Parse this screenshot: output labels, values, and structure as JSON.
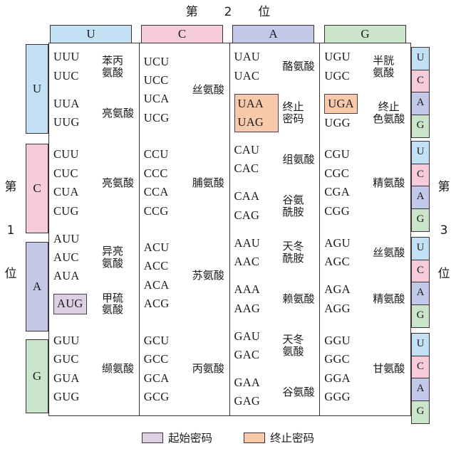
{
  "title": {
    "prefix": "第",
    "number": "2",
    "suffix": "位"
  },
  "side_labels": {
    "left": {
      "prefix": "第",
      "number": "1",
      "suffix": "位"
    },
    "right": {
      "prefix": "第",
      "number": "3",
      "suffix": "位"
    }
  },
  "colors": {
    "U": "#c3e1f4",
    "C": "#f6ccda",
    "A": "#c2c9e8",
    "G": "#cbe5cb",
    "start_codon": "#ddcfe4",
    "stop_codon": "#f9c9ab",
    "border": "#3a3236"
  },
  "column_headers": [
    {
      "label": "U",
      "color": "#c3e1f4"
    },
    {
      "label": "C",
      "color": "#f6ccda"
    },
    {
      "label": "A",
      "color": "#c2c9e8"
    },
    {
      "label": "G",
      "color": "#cbe5cb"
    }
  ],
  "row_letters": [
    {
      "label": "U",
      "color": "#c3e1f4"
    },
    {
      "label": "C",
      "color": "#f6ccda"
    },
    {
      "label": "A",
      "color": "#c2c9e8"
    },
    {
      "label": "G",
      "color": "#cbe5cb"
    }
  ],
  "third_position_letters": [
    {
      "label": "U",
      "color": "#c3e1f4"
    },
    {
      "label": "C",
      "color": "#f6ccda"
    },
    {
      "label": "A",
      "color": "#c2c9e8"
    },
    {
      "label": "G",
      "color": "#cbe5cb"
    }
  ],
  "cells": {
    "UU": {
      "groups": [
        {
          "codons": [
            "UUU",
            "UUC"
          ],
          "amino": [
            "苯丙",
            "氨酸"
          ],
          "divider": true
        },
        {
          "codons": [
            "UUA",
            "UUG"
          ],
          "amino": [
            "亮氨酸"
          ],
          "divider": false
        }
      ]
    },
    "UC": {
      "groups": [
        {
          "codons": [
            "UCU",
            "UCC",
            "UCA",
            "UCG"
          ],
          "amino": [
            "丝氨酸"
          ],
          "divider": false
        }
      ]
    },
    "UA": {
      "groups": [
        {
          "codons": [
            "UAU",
            "UAC"
          ],
          "amino": [
            "酪氨酸"
          ],
          "divider": true
        },
        {
          "codons": [
            "UAA",
            "UAG"
          ],
          "amino": [
            "终止",
            "密码"
          ],
          "divider": false,
          "highlight": "stop",
          "highlight_all": true
        }
      ]
    },
    "UG": {
      "groups": [
        {
          "codons": [
            "UGU",
            "UGC"
          ],
          "amino": [
            "半胱",
            "氨酸"
          ],
          "divider": true
        },
        {
          "codons": [
            "UGA",
            "UGG"
          ],
          "amino": [
            "终止",
            "色氨酸"
          ],
          "divider": false,
          "highlight": "stop",
          "highlight_codons": [
            "UGA"
          ]
        }
      ]
    },
    "CU": {
      "groups": [
        {
          "codons": [
            "CUU",
            "CUC",
            "CUA",
            "CUG"
          ],
          "amino": [
            "亮氨酸"
          ],
          "divider": false
        }
      ]
    },
    "CC": {
      "groups": [
        {
          "codons": [
            "CCU",
            "CCC",
            "CCA",
            "CCG"
          ],
          "amino": [
            "脯氨酸"
          ],
          "divider": false
        }
      ]
    },
    "CA": {
      "groups": [
        {
          "codons": [
            "CAU",
            "CAC"
          ],
          "amino": [
            "组氨酸"
          ],
          "divider": true
        },
        {
          "codons": [
            "CAA",
            "CAG"
          ],
          "amino": [
            "谷氨",
            "酰胺"
          ],
          "divider": false
        }
      ]
    },
    "CG": {
      "groups": [
        {
          "codons": [
            "CGU",
            "CGC",
            "CGA",
            "CGG"
          ],
          "amino": [
            "精氨酸"
          ],
          "divider": false
        }
      ]
    },
    "AU": {
      "groups": [
        {
          "codons": [
            "AUU",
            "AUC",
            "AUA"
          ],
          "amino": [
            "异亮",
            "氨酸"
          ],
          "divider": true
        },
        {
          "codons": [
            "AUG"
          ],
          "amino": [
            "甲硫",
            "氨酸"
          ],
          "divider": false,
          "highlight": "start",
          "highlight_codons": [
            "AUG"
          ]
        }
      ]
    },
    "AC": {
      "groups": [
        {
          "codons": [
            "ACU",
            "ACC",
            "ACA",
            "ACG"
          ],
          "amino": [
            "苏氨酸"
          ],
          "divider": false
        }
      ]
    },
    "AA": {
      "groups": [
        {
          "codons": [
            "AAU",
            "AAC"
          ],
          "amino": [
            "天冬",
            "酰胺"
          ],
          "divider": true
        },
        {
          "codons": [
            "AAA",
            "AAG"
          ],
          "amino": [
            "赖氨酸"
          ],
          "divider": false
        }
      ]
    },
    "AG": {
      "groups": [
        {
          "codons": [
            "AGU",
            "AGC"
          ],
          "amino": [
            "丝氨酸"
          ],
          "divider": true
        },
        {
          "codons": [
            "AGA",
            "AGG"
          ],
          "amino": [
            "精氨酸"
          ],
          "divider": false
        }
      ]
    },
    "GU": {
      "groups": [
        {
          "codons": [
            "GUU",
            "GUC",
            "GUA",
            "GUG"
          ],
          "amino": [
            "缬氨酸"
          ],
          "divider": false
        }
      ]
    },
    "GC": {
      "groups": [
        {
          "codons": [
            "GCU",
            "GCC",
            "GCA",
            "GCG"
          ],
          "amino": [
            "丙氨酸"
          ],
          "divider": false
        }
      ]
    },
    "GA": {
      "groups": [
        {
          "codons": [
            "GAU",
            "GAC"
          ],
          "amino": [
            "天冬",
            "氨酸"
          ],
          "divider": true
        },
        {
          "codons": [
            "GAA",
            "GAG"
          ],
          "amino": [
            "谷氨酸"
          ],
          "divider": false
        }
      ]
    },
    "GG": {
      "groups": [
        {
          "codons": [
            "GGU",
            "GGC",
            "GGA",
            "GGG"
          ],
          "amino": [
            "甘氨酸"
          ],
          "divider": false
        }
      ]
    }
  },
  "legend": [
    {
      "label": "起始密码",
      "color": "#ddcfe4"
    },
    {
      "label": "终止密码",
      "color": "#f9c9ab"
    }
  ]
}
